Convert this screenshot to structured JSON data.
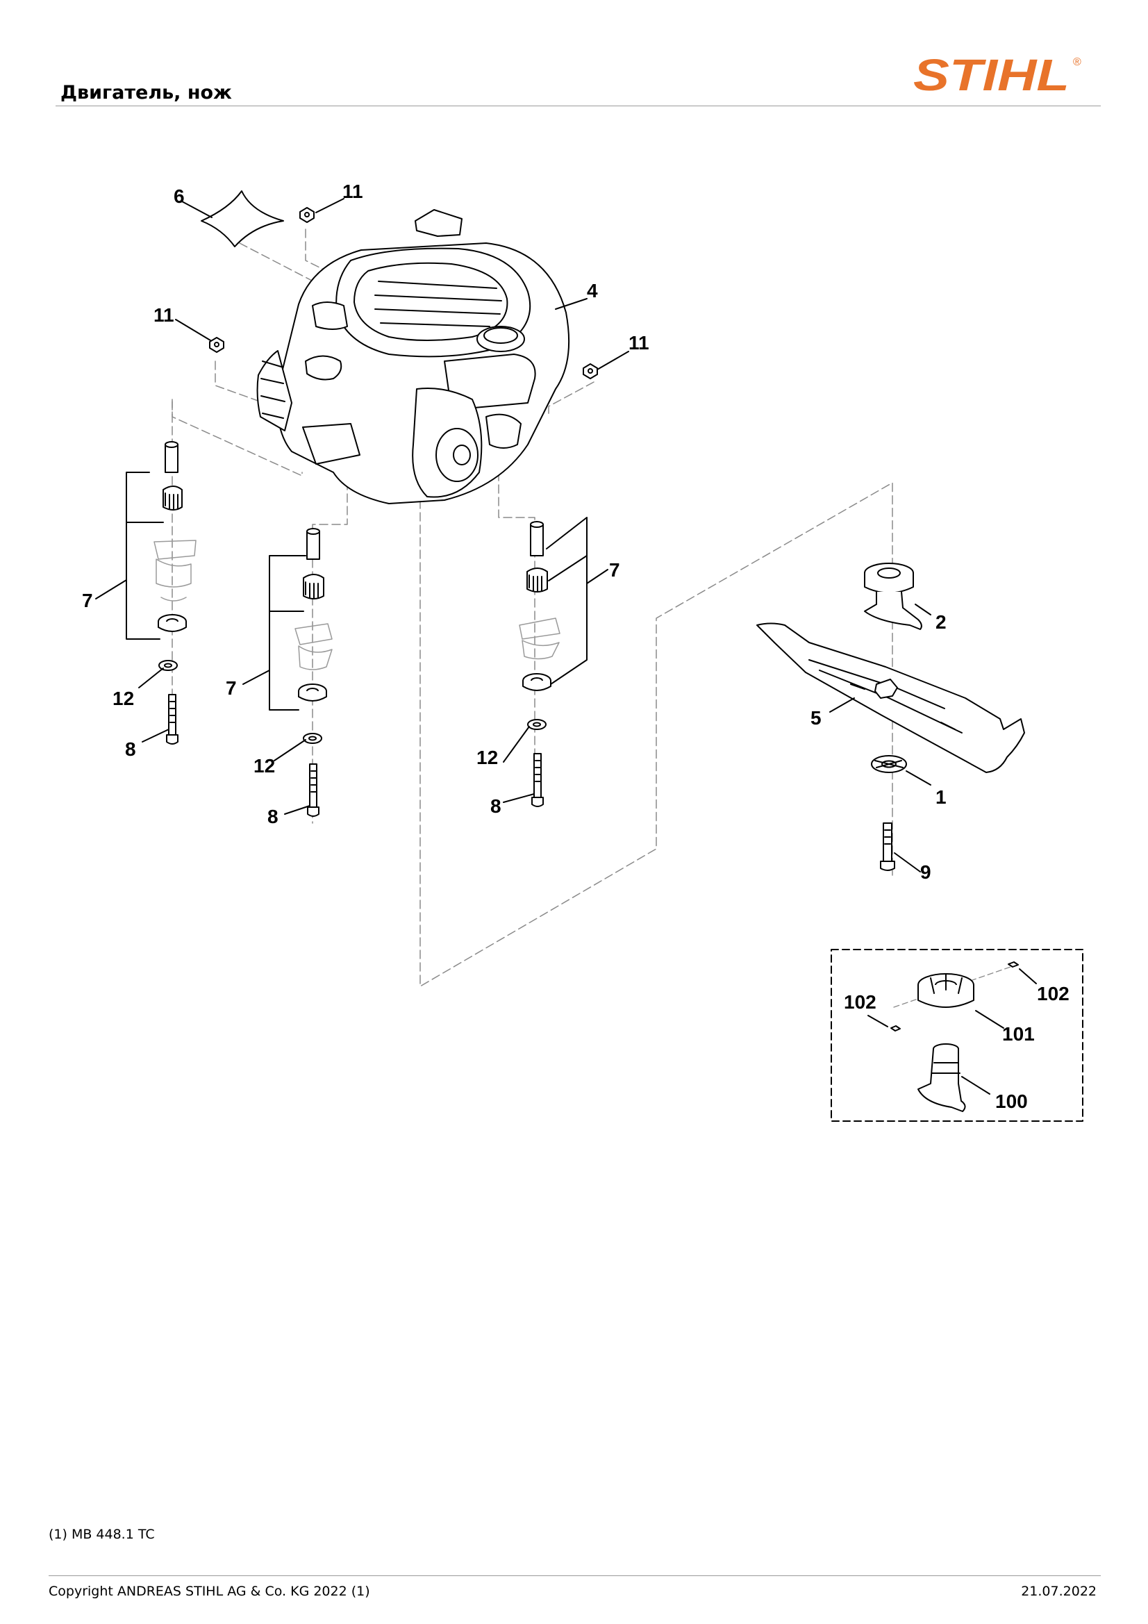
{
  "header": {
    "title": "Двигатель, нож",
    "logo_text": "STIHL",
    "logo_mark": "®",
    "brand_color": "#e8732a"
  },
  "diagram": {
    "callouts": {
      "c6": "6",
      "c11a": "11",
      "c11b": "11",
      "c11c": "11",
      "c4": "4",
      "c7a": "7",
      "c7b": "7",
      "c7c": "7",
      "c12a": "12",
      "c12b": "12",
      "c12c": "12",
      "c8a": "8",
      "c8b": "8",
      "c8c": "8",
      "c2": "2",
      "c5": "5",
      "c1": "1",
      "c9": "9",
      "c102a": "102",
      "c102b": "102",
      "c101": "101",
      "c100": "100"
    }
  },
  "footer": {
    "model_note": "(1) MB 448.1 TC",
    "copyright": "Copyright ANDREAS STIHL AG & Co. KG 2022 (1)",
    "date": "21.07.2022"
  }
}
